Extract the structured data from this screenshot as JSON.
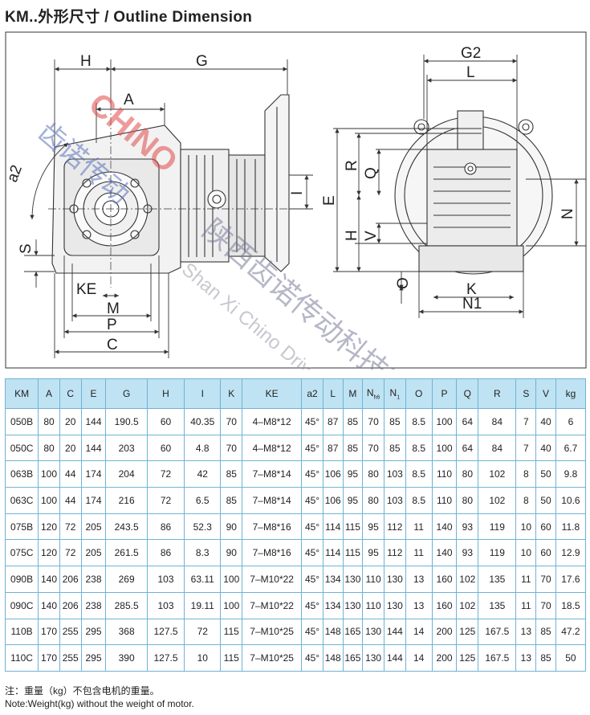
{
  "title": "KM..外形尺寸 / Outline Dimension",
  "drawing_labels": {
    "H": "H",
    "G": "G",
    "A": "A",
    "a2": "a2",
    "S": "S",
    "KE": "KE",
    "M": "M",
    "P": "P",
    "C": "C",
    "I": "I",
    "G2": "G2",
    "L": "L",
    "R": "R",
    "Q": "Q",
    "E": "E",
    "H2": "H",
    "V": "V",
    "N": "N",
    "O": "O",
    "K": "K",
    "N1": "N1"
  },
  "watermark": {
    "logo": "CHINO",
    "cn_left": "齿诺传动",
    "cn_diag": "陕西齿诺传动科技有限公司",
    "en_diag": "Shan Xi Chino Drive Technology Co.,Ltd"
  },
  "table": {
    "headers": [
      "KM",
      "A",
      "C",
      "E",
      "G",
      "H",
      "I",
      "K",
      "KE",
      "a2",
      "L",
      "M",
      "N",
      "N",
      "O",
      "P",
      "Q",
      "R",
      "S",
      "V",
      "kg"
    ],
    "header_subs": [
      "",
      "",
      "",
      "",
      "",
      "",
      "",
      "",
      "",
      "",
      "",
      "",
      "h6",
      "1",
      "",
      "",
      "",
      "",
      "",
      "",
      ""
    ],
    "rows": [
      [
        "050B",
        "80",
        "20",
        "144",
        "190.5",
        "60",
        "40.35",
        "70",
        "4–M8*12",
        "45°",
        "87",
        "85",
        "70",
        "85",
        "8.5",
        "100",
        "64",
        "84",
        "7",
        "40",
        "6"
      ],
      [
        "050C",
        "80",
        "20",
        "144",
        "203",
        "60",
        "4.8",
        "70",
        "4–M8*12",
        "45°",
        "87",
        "85",
        "70",
        "85",
        "8.5",
        "100",
        "64",
        "84",
        "7",
        "40",
        "6.7"
      ],
      [
        "063B",
        "100",
        "44",
        "174",
        "204",
        "72",
        "42",
        "85",
        "7–M8*14",
        "45°",
        "106",
        "95",
        "80",
        "103",
        "8.5",
        "110",
        "80",
        "102",
        "8",
        "50",
        "9.8"
      ],
      [
        "063C",
        "100",
        "44",
        "174",
        "216",
        "72",
        "6.5",
        "85",
        "7–M8*14",
        "45°",
        "106",
        "95",
        "80",
        "103",
        "8.5",
        "110",
        "80",
        "102",
        "8",
        "50",
        "10.6"
      ],
      [
        "075B",
        "120",
        "72",
        "205",
        "243.5",
        "86",
        "52.3",
        "90",
        "7–M8*16",
        "45°",
        "114",
        "115",
        "95",
        "112",
        "11",
        "140",
        "93",
        "119",
        "10",
        "60",
        "11.8"
      ],
      [
        "075C",
        "120",
        "72",
        "205",
        "261.5",
        "86",
        "8.3",
        "90",
        "7–M8*16",
        "45°",
        "114",
        "115",
        "95",
        "112",
        "11",
        "140",
        "93",
        "119",
        "10",
        "60",
        "12.9"
      ],
      [
        "090B",
        "140",
        "206",
        "238",
        "269",
        "103",
        "63.11",
        "100",
        "7–M10*22",
        "45°",
        "134",
        "130",
        "110",
        "130",
        "13",
        "160",
        "102",
        "135",
        "11",
        "70",
        "17.6"
      ],
      [
        "090C",
        "140",
        "206",
        "238",
        "285.5",
        "103",
        "19.11",
        "100",
        "7–M10*22",
        "45°",
        "134",
        "130",
        "110",
        "130",
        "13",
        "160",
        "102",
        "135",
        "11",
        "70",
        "18.5"
      ],
      [
        "110B",
        "170",
        "255",
        "295",
        "368",
        "127.5",
        "72",
        "115",
        "7–M10*25",
        "45°",
        "148",
        "165",
        "130",
        "144",
        "14",
        "200",
        "125",
        "167.5",
        "13",
        "85",
        "47.2"
      ],
      [
        "110C",
        "170",
        "255",
        "295",
        "390",
        "127.5",
        "10",
        "115",
        "7–M10*25",
        "45°",
        "148",
        "165",
        "130",
        "144",
        "14",
        "200",
        "125",
        "167.5",
        "13",
        "85",
        "50"
      ]
    ]
  },
  "notes": {
    "cn": "注：重量（kg）不包含电机的重量。",
    "en": "Note:Weight(kg) without the weight of motor."
  },
  "colors": {
    "header_bg": "#bfe3f3",
    "grid": "#6fb3d5",
    "drawing_bg": "#ffffff",
    "line": "#333333",
    "watermark_red": "#e04a4a",
    "watermark_blue": "#5a6fb8"
  }
}
